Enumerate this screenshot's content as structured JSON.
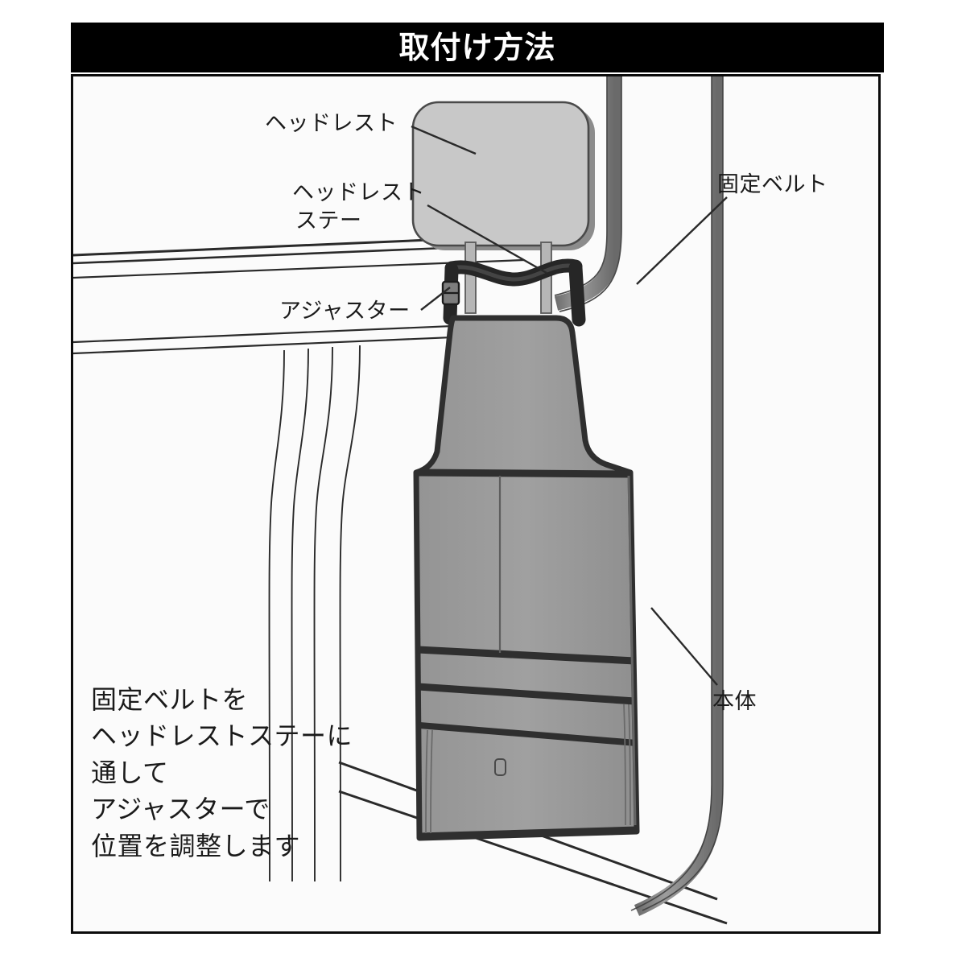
{
  "banner": {
    "title": "取付け方法"
  },
  "labels": {
    "headrest": "ヘッドレスト",
    "headrest_stay_line1": "ヘッドレスト",
    "headrest_stay_line2": "ステー",
    "adjuster": "アジャスター",
    "fixing_belt": "固定ベルト",
    "main_body": "本体"
  },
  "instructions": {
    "line1": "固定ベルトを",
    "line2": "ヘッドレストステーに",
    "line3": "通して",
    "line4": "アジャスターで",
    "line5": "位置を調整します"
  },
  "colors": {
    "banner_background": "#000000",
    "banner_text": "#ffffff",
    "page_background": "#ffffff",
    "frame_background": "#fbfbfb",
    "frame_border": "#0b0b0b",
    "headrest_fill": "#c8c8c8",
    "headrest_edge": "#8c8c8c",
    "organizer_fill": "#9a9a9a",
    "organizer_trim": "#3a3a3a",
    "belt_fill": "#8f8f8f",
    "belt_dark": "#2e2e2e",
    "line_stroke": "#222222",
    "label_text": "#1a1a1a"
  },
  "icons": {
    "headrest": "headrest-shape",
    "organizer": "seat-back-organizer-shape",
    "belt": "fixing-belt-strap",
    "adjuster": "adjuster-buckle",
    "seat": "car-seat-outline"
  }
}
